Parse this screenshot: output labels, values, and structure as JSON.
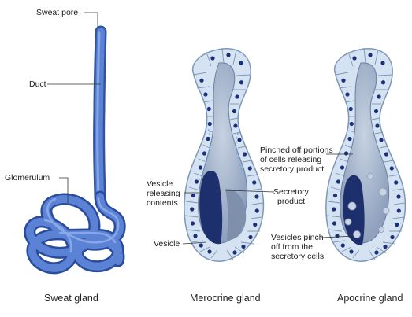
{
  "sweat_gland": {
    "labels": {
      "pore": "Sweat pore",
      "duct": "Duct",
      "glomerulum": "Glomerulum"
    },
    "caption": "Sweat gland"
  },
  "merocrine_gland": {
    "labels": {
      "vesicle_releasing_1": "Vesicle",
      "vesicle_releasing_2": "releasing",
      "vesicle_releasing_3": "contents",
      "secretory_product_1": "Secretory",
      "secretory_product_2": "product",
      "vesicle": "Vesicle"
    },
    "caption": "Merocrine gland"
  },
  "apocrine_gland": {
    "labels": {
      "pinched_1": "Pinched off portions",
      "pinched_2": "of cells releasing",
      "pinched_3": "secretory product",
      "vesicles_pinch_1": "Vesicles pinch",
      "vesicles_pinch_2": "off from the",
      "vesicles_pinch_3": "secretory cells"
    },
    "caption": "Apocrine gland"
  },
  "colors": {
    "duct_blue": "#4a72c8",
    "duct_dark": "#2f54a6",
    "cell_fill": "#d4e2f2",
    "cell_edge": "#7d97b8",
    "nucleus": "#1b2f7a",
    "lumen_light": "#a8b8cf",
    "lumen_dark": "#1e2f6e"
  }
}
